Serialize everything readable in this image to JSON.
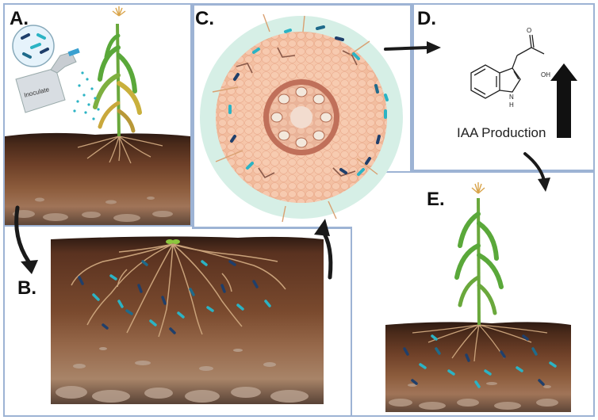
{
  "panels": {
    "a": {
      "label": "A.",
      "bottle_text": "Inoculate"
    },
    "b": {
      "label": "B."
    },
    "c": {
      "label": "C."
    },
    "d": {
      "label": "D.",
      "caption": "IAA Production",
      "atom_oh": "OH",
      "atom_o": "O",
      "atom_h": "H",
      "atom_n": "N"
    },
    "e": {
      "label": "E."
    }
  },
  "colors": {
    "border": "#9db3d4",
    "soil_top": "#3a1f14",
    "soil_mid": "#7a4a2e",
    "soil_light": "#9a6a48",
    "root": "#c9a27a",
    "bacteria_dark": "#1f3f6b",
    "bacteria_light": "#2bb3c4",
    "cortex": "#f5c4a8",
    "halo": "#d6efe6",
    "stele": "#c0705a",
    "leaf": "#5aa83a",
    "arrow": "#1a1a1a"
  }
}
